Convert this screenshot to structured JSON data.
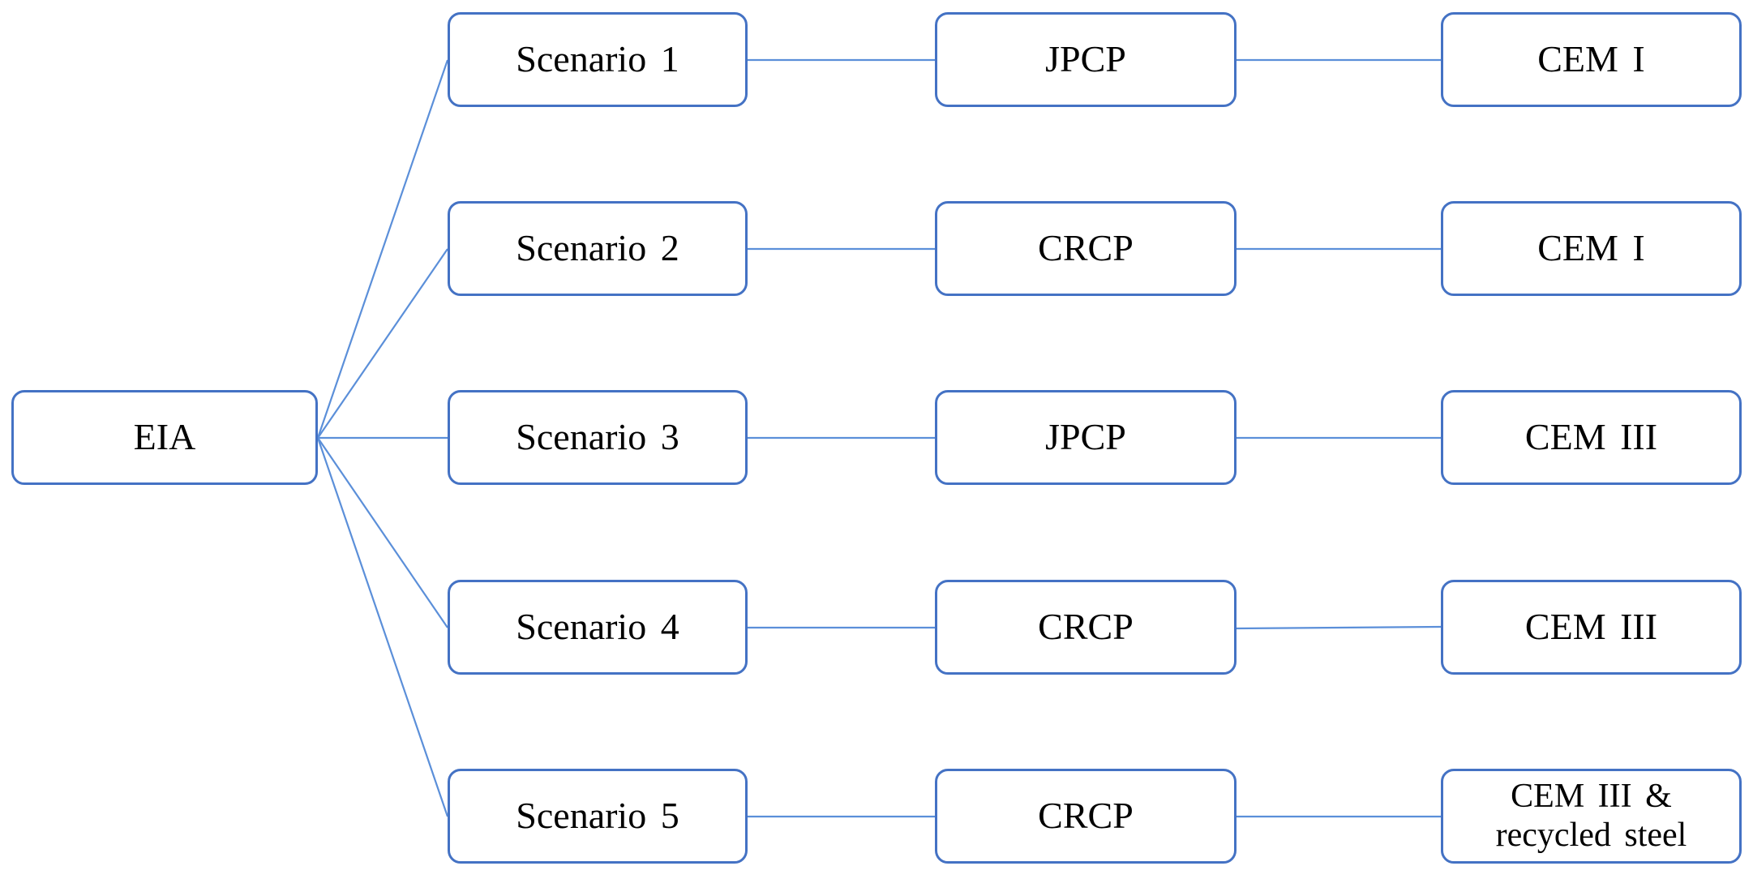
{
  "root": {
    "label": "EIA"
  },
  "scenarios": [
    {
      "label": "Scenario 1"
    },
    {
      "label": "Scenario 2"
    },
    {
      "label": "Scenario 3"
    },
    {
      "label": "Scenario 4"
    },
    {
      "label": "Scenario 5"
    }
  ],
  "pavements": [
    {
      "label": "JPCP"
    },
    {
      "label": "CRCP"
    },
    {
      "label": "JPCP"
    },
    {
      "label": "CRCP"
    },
    {
      "label": "CRCP"
    }
  ],
  "cements": [
    {
      "label": "CEM I"
    },
    {
      "label": "CEM I"
    },
    {
      "label": "CEM III"
    },
    {
      "label": "CEM III"
    },
    {
      "label_line1": "CEM III &",
      "label_line2": "recycled steel"
    }
  ],
  "colors": {
    "box_border": "#4472C4",
    "connector": "#5B8FD9",
    "text": "#000000",
    "background": "#FFFFFF"
  }
}
